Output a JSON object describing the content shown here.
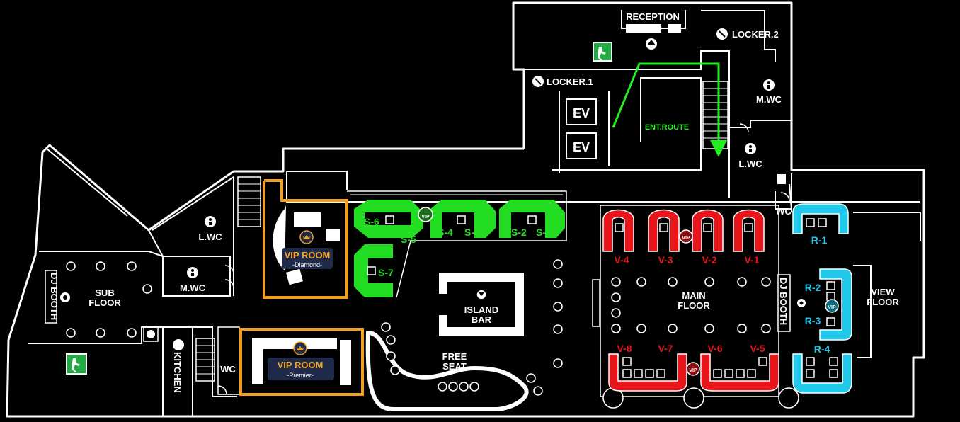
{
  "labels": {
    "reception": "RECEPTION",
    "locker1": "LOCKER.1",
    "locker2": "LOCKER.2",
    "mwc_top": "M.WC",
    "lwc_top": "L.WC",
    "ev1": "EV",
    "ev2": "EV",
    "ent_route": "ENT.ROUTE",
    "lwc_left": "L.WC",
    "mwc_left": "M.WC",
    "sub_floor_1": "SUB",
    "sub_floor_2": "FLOOR",
    "dj_booth_left": "DJ BOOTH",
    "vip_diamond_1": "VIP ROOM",
    "vip_diamond_2": "-Diamond-",
    "vip_premier_1": "VIP ROOM",
    "vip_premier_2": "-Premier-",
    "kitchen": "KITCHEN",
    "wc_small": "WC",
    "wc_right": "WC",
    "island_bar_1": "ISLAND",
    "island_bar_2": "BAR",
    "free_seat_1": "FREE",
    "free_seat_2": "SEAT",
    "main_floor_1": "MAIN",
    "main_floor_2": "FLOOR",
    "dj_booth_right": "DJ BOOTH",
    "view_floor_1": "VIEW",
    "view_floor_2": "FLOOR",
    "vip_badge": "VIP"
  },
  "seats": {
    "s": [
      "S-6",
      "S-5",
      "S-4",
      "S-3",
      "S-2",
      "S-1",
      "S-7"
    ],
    "v_top": [
      "V-4",
      "V-3",
      "V-2",
      "V-1"
    ],
    "v_bottom": [
      "V-8",
      "V-7",
      "V-6",
      "V-5"
    ],
    "r": [
      "R-1",
      "R-2",
      "R-3",
      "R-4"
    ]
  },
  "icons": [
    "exit-sign-icon",
    "locker-key-icon",
    "toilet-icon",
    "dj-icon",
    "cocktail-icon",
    "vip-crown-icon",
    "reception-bell-icon",
    "kitchen-chef-icon",
    "staircase-icon",
    "door-icon"
  ],
  "colors": {
    "background": "#000000",
    "walls": "#ffffff",
    "s_zone": "#22dd22",
    "v_zone": "#e8161b",
    "r_zone": "#22c8ea",
    "vip_room": "#f0a01e",
    "vip_badge": "#1f2a4a",
    "vip_text": "#f5a623",
    "ent_route": "#22ee22",
    "exit_sign": "#22aa44"
  }
}
